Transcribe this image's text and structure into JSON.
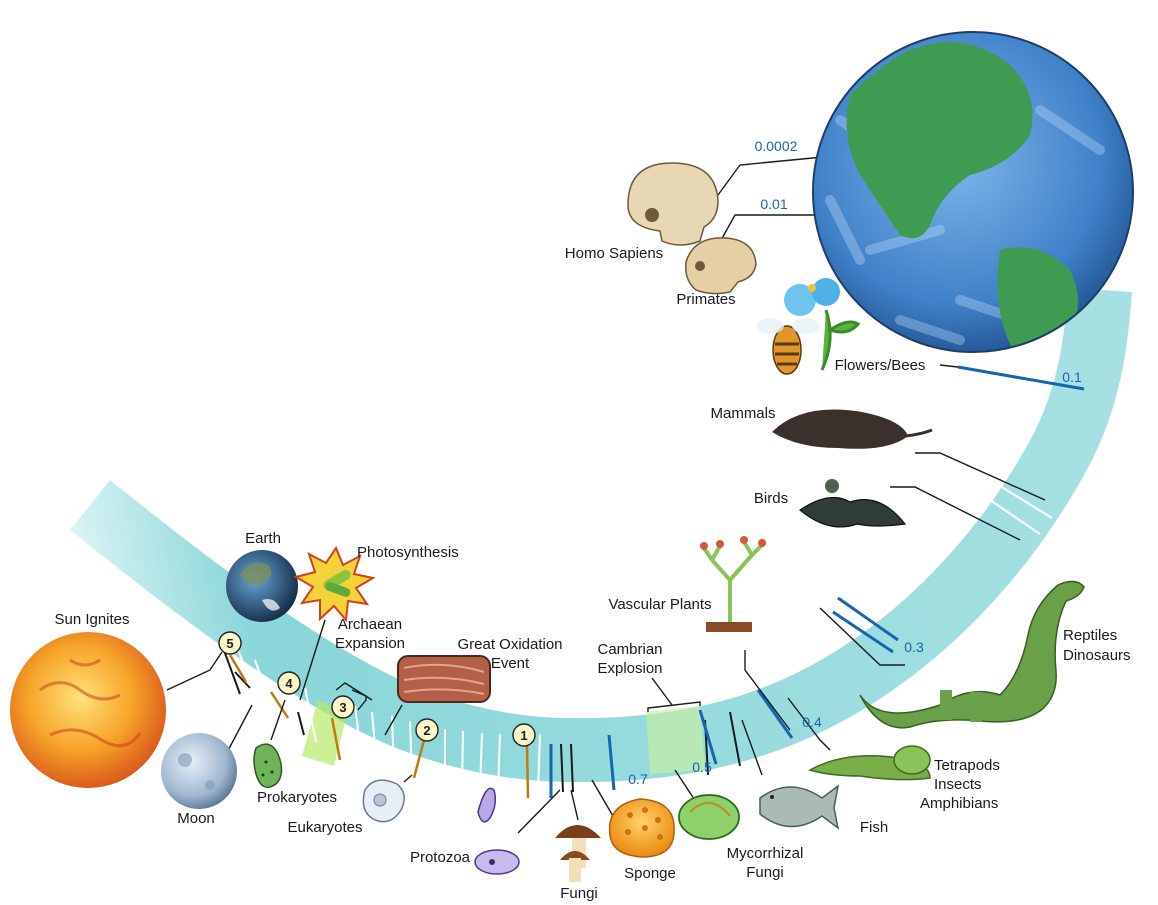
{
  "labels": {
    "sun": "Sun Ignites",
    "earth": "Earth",
    "moon": "Moon",
    "photosynthesis": "Photosynthesis",
    "archaean_1": "Archaean",
    "archaean_2": "Expansion",
    "great_ox_1": "Great Oxidation",
    "great_ox_2": "Event",
    "prokaryotes": "Prokaryotes",
    "eukaryotes": "Eukaryotes",
    "protozoa": "Protozoa",
    "fungi": "Fungi",
    "sponge": "Sponge",
    "mycorrhizal_1": "Mycorrhizal",
    "mycorrhizal_2": "Fungi",
    "cambrian_1": "Cambrian",
    "cambrian_2": "Explosion",
    "vascular": "Vascular Plants",
    "fish": "Fish",
    "tetrapods_1": "Tetrapods",
    "tetrapods_2": "Insects",
    "tetrapods_3": "Amphibians",
    "reptiles_1": "Reptiles",
    "reptiles_2": "Dinosaurs",
    "birds": "Birds",
    "mammals": "Mammals",
    "flowers": "Flowers/Bees",
    "primates": "Primates",
    "homo": "Homo Sapiens"
  },
  "numbers": {
    "n0002": "0.0002",
    "n001": "0.01",
    "n01": "0.1",
    "n03": "0.3",
    "n04": "0.4",
    "n05": "0.5",
    "n07": "0.7"
  },
  "badges": [
    "5",
    "4",
    "3",
    "2",
    "1"
  ],
  "colors": {
    "band": "#7fd3d6",
    "tick_blue": "#1565b0",
    "tick_orange": "#c07a10",
    "badge_fill": "#fdf6c8",
    "ocean": "#3f80c8",
    "land": "#3f9a52"
  }
}
